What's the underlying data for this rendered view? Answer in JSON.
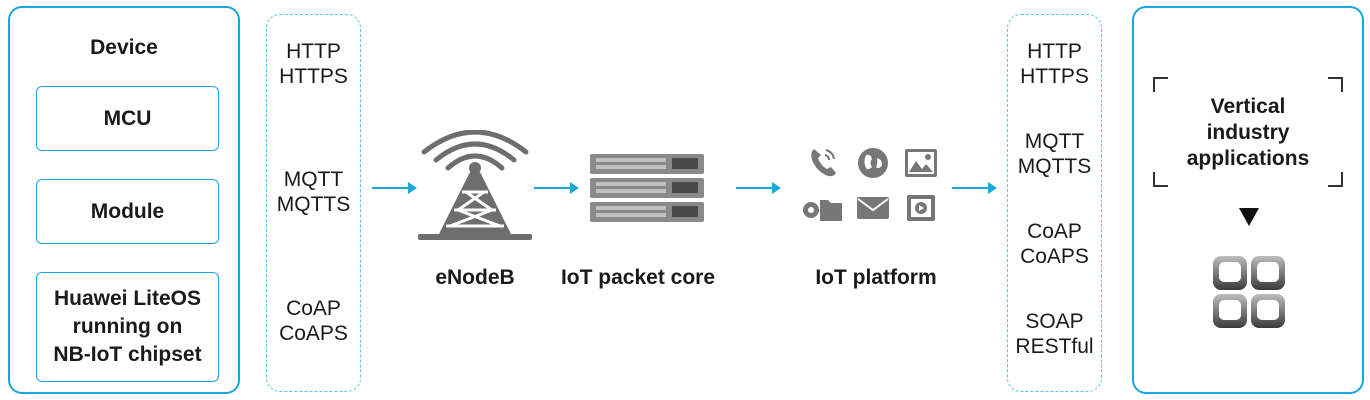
{
  "device": {
    "title": "Device",
    "mcu": "MCU",
    "module": "Module",
    "os": [
      "Huawei LiteOS",
      "running on",
      "NB-IoT chipset"
    ]
  },
  "left_protocols": [
    [
      "HTTP",
      "HTTPS"
    ],
    [
      "MQTT",
      "MQTTS"
    ],
    [
      "CoAP",
      "CoAPS"
    ]
  ],
  "nodes": {
    "enodeb": "eNodeB",
    "packet_core": "IoT packet core",
    "platform": "IoT platform"
  },
  "right_protocols": [
    [
      "HTTP",
      "HTTPS"
    ],
    [
      "MQTT",
      "MQTTS"
    ],
    [
      "CoAP",
      "CoAPS"
    ],
    [
      "SOAP",
      "RESTful"
    ]
  ],
  "apps": {
    "title": [
      "Vertical",
      "industry",
      "applications"
    ]
  },
  "colors": {
    "accent": "#1aa7dd",
    "icon_gray": "#777777"
  },
  "icons": [
    "cell-tower-icon",
    "server-rack-icon",
    "phone-icon",
    "globe-icon",
    "picture-icon",
    "folder-icon",
    "mail-icon",
    "video-icon",
    "app-grid-icon",
    "triangle-down-icon"
  ]
}
